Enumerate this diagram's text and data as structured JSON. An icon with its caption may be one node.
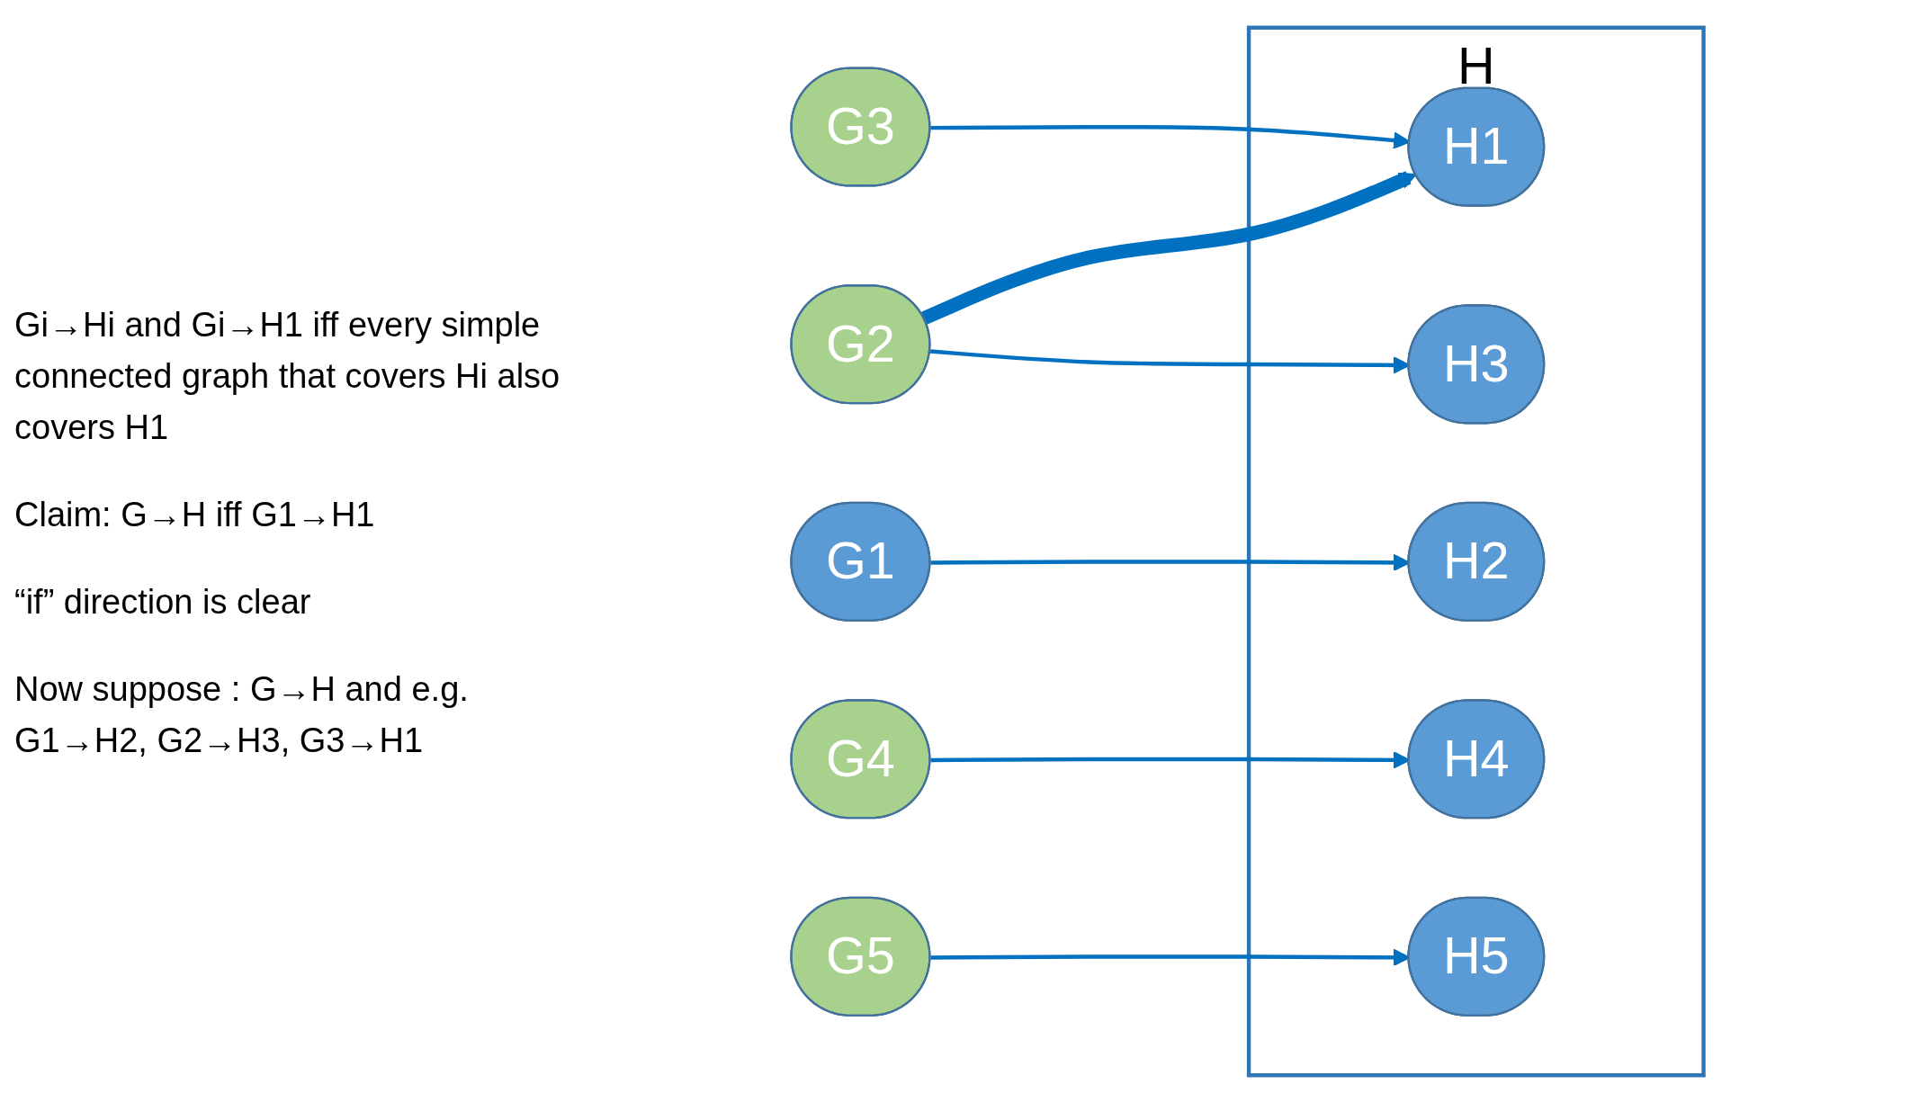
{
  "diagram": {
    "nodes": [
      {
        "text": [
          "G1"
        ]
      },
      {
        "text": [
          "G2"
        ]
      },
      {
        "text": [
          "G3"
        ]
      },
      {
        "text": [
          "G4"
        ]
      },
      {
        "text": [
          "G5"
        ]
      },
      {
        "text": [
          "H"
        ]
      },
      {
        "text": [
          "H1"
        ],
        "in": 5
      },
      {
        "text": [
          "H2"
        ],
        "in": 5
      },
      {
        "text": [
          "H3"
        ],
        "in": 5
      },
      {
        "text": [
          "H4"
        ],
        "in": 5
      },
      {
        "text": [
          "H5"
        ],
        "in": 5
      }
    ],
    "edges": [
      {
        "from": 0,
        "to": 7,
        "arrow": "to"
      },
      {
        "from": 1,
        "to": 6,
        "arrow": "to",
        "style": "thick"
      },
      {
        "from": 1,
        "to": 8,
        "arrow": "to"
      },
      {
        "from": 2,
        "to": 6,
        "arrow": "to"
      },
      {
        "from": 3,
        "to": 9,
        "arrow": "to"
      },
      {
        "from": 4,
        "to": 10,
        "arrow": "to"
      }
    ],
    "labels": [
      "Gi→Hi and Gi→H1 iff every simple connected graph that covers Hi also covers H1",
      "Claim: G→H iff G1→H1",
      "“if” direction is clear",
      "Now suppose : G→H and e.g. G1→H2, G2→H3, G3→H1"
    ]
  }
}
